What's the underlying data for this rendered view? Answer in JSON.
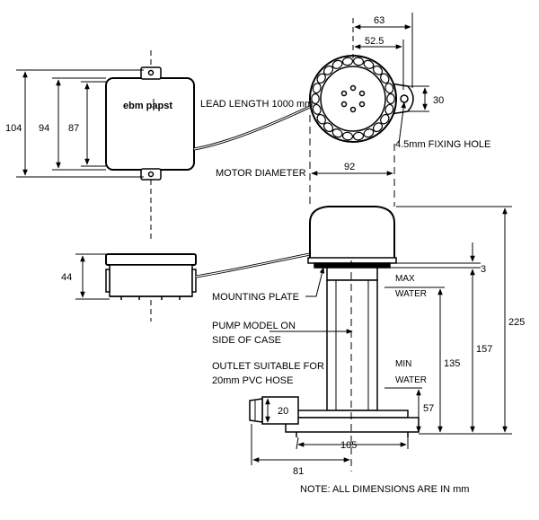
{
  "brand": {
    "logo_text": "ebm papst"
  },
  "labels": {
    "lead_length": "LEAD LENGTH 1000 mm",
    "fixing_hole": "4.5mm FIXING HOLE",
    "motor_diameter": "MOTOR DIAMETER",
    "max_water_1": "MAX",
    "max_water_2": "WATER",
    "min_water_1": "MIN",
    "min_water_2": "WATER",
    "mounting_plate": "MOUNTING PLATE",
    "pump_model_1": "PUMP MODEL ON",
    "pump_model_2": "SIDE OF CASE",
    "outlet_1": "OUTLET SUITABLE FOR",
    "outlet_2": "20mm PVC HOSE",
    "note": "NOTE: ALL DIMENSIONS ARE IN mm"
  },
  "dimensions": {
    "box_104": "104",
    "box_94": "94",
    "box_87": "87",
    "box_44": "44",
    "top_63": "63",
    "top_52_5": "52.5",
    "top_30": "30",
    "motor_92": "92",
    "plate_3": "3",
    "height_225": "225",
    "height_157": "157",
    "height_135": "135",
    "height_57": "57",
    "outlet_20": "20",
    "base_105": "105",
    "outlet_81": "81"
  }
}
